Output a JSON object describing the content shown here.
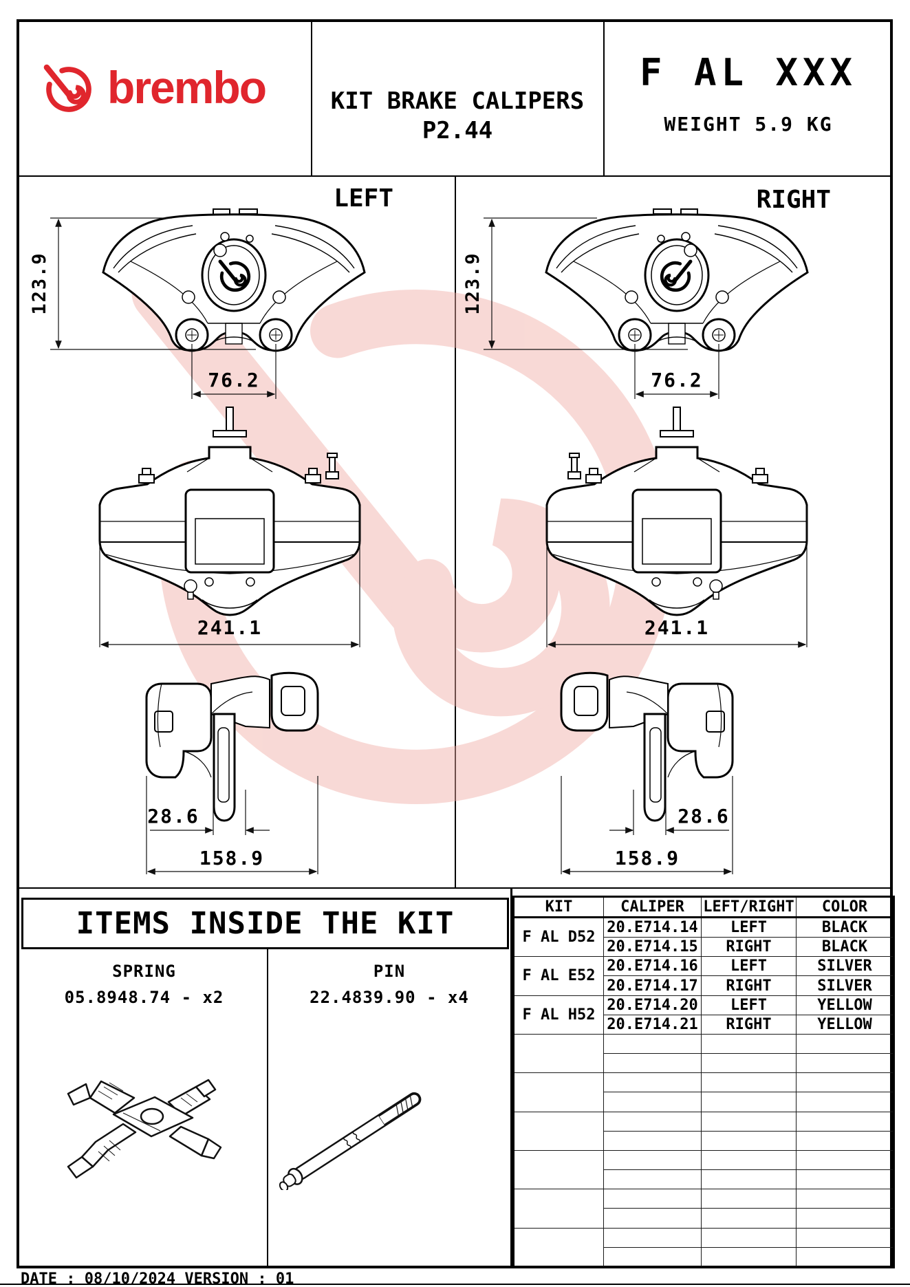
{
  "header": {
    "brand": "brembo",
    "brand_color": "#e0262d",
    "title_line1": "KIT BRAKE CALIPERS",
    "title_line2": "P2.44",
    "code": "F AL XXX",
    "weight": "WEIGHT 5.9 KG"
  },
  "drawings": {
    "left_label": "LEFT",
    "right_label": "RIGHT",
    "dimensions": {
      "height": "123.9",
      "bolt_spacing": "76.2",
      "width": "241.1",
      "pin_offset": "28.6",
      "depth": "158.9"
    }
  },
  "items": {
    "title": "ITEMS INSIDE THE KIT",
    "spring": {
      "name": "SPRING",
      "part": "05.8948.74 - x2"
    },
    "pin": {
      "name": "PIN",
      "part": "22.4839.90 - x4"
    }
  },
  "table": {
    "headers": [
      "KIT",
      "CALIPER",
      "LEFT/RIGHT",
      "COLOR"
    ],
    "groups": [
      {
        "kit": "F AL D52",
        "rows": [
          {
            "caliper": "20.E714.14",
            "side": "LEFT",
            "color": "BLACK"
          },
          {
            "caliper": "20.E714.15",
            "side": "RIGHT",
            "color": "BLACK"
          }
        ]
      },
      {
        "kit": "F AL E52",
        "rows": [
          {
            "caliper": "20.E714.16",
            "side": "LEFT",
            "color": "SILVER"
          },
          {
            "caliper": "20.E714.17",
            "side": "RIGHT",
            "color": "SILVER"
          }
        ]
      },
      {
        "kit": "F AL H52",
        "rows": [
          {
            "caliper": "20.E714.20",
            "side": "LEFT",
            "color": "YELLOW"
          },
          {
            "caliper": "20.E714.21",
            "side": "RIGHT",
            "color": "YELLOW"
          }
        ]
      }
    ],
    "empty_group_count": 6
  },
  "footer": {
    "date_line": "DATE : 08/10/2024 VERSION : 01"
  }
}
